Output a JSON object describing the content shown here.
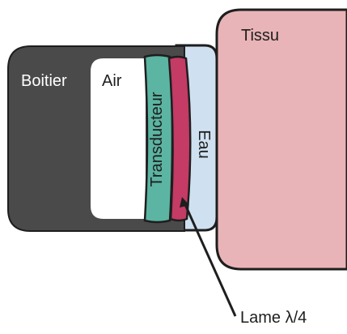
{
  "labels": {
    "boitier": "Boitier",
    "air": "Air",
    "transducteur": "Transducteur",
    "eau": "Eau",
    "tissu": "Tissu",
    "lame": "Lame λ/4"
  },
  "colors": {
    "boitier": "#4a4a4a",
    "air": "#ffffff",
    "transducteur": "#5bb5a2",
    "eau": "#cfe1f1",
    "tissu": "#e9b4b7",
    "lame": "#c43b65",
    "outline": "#1e1e1e"
  }
}
